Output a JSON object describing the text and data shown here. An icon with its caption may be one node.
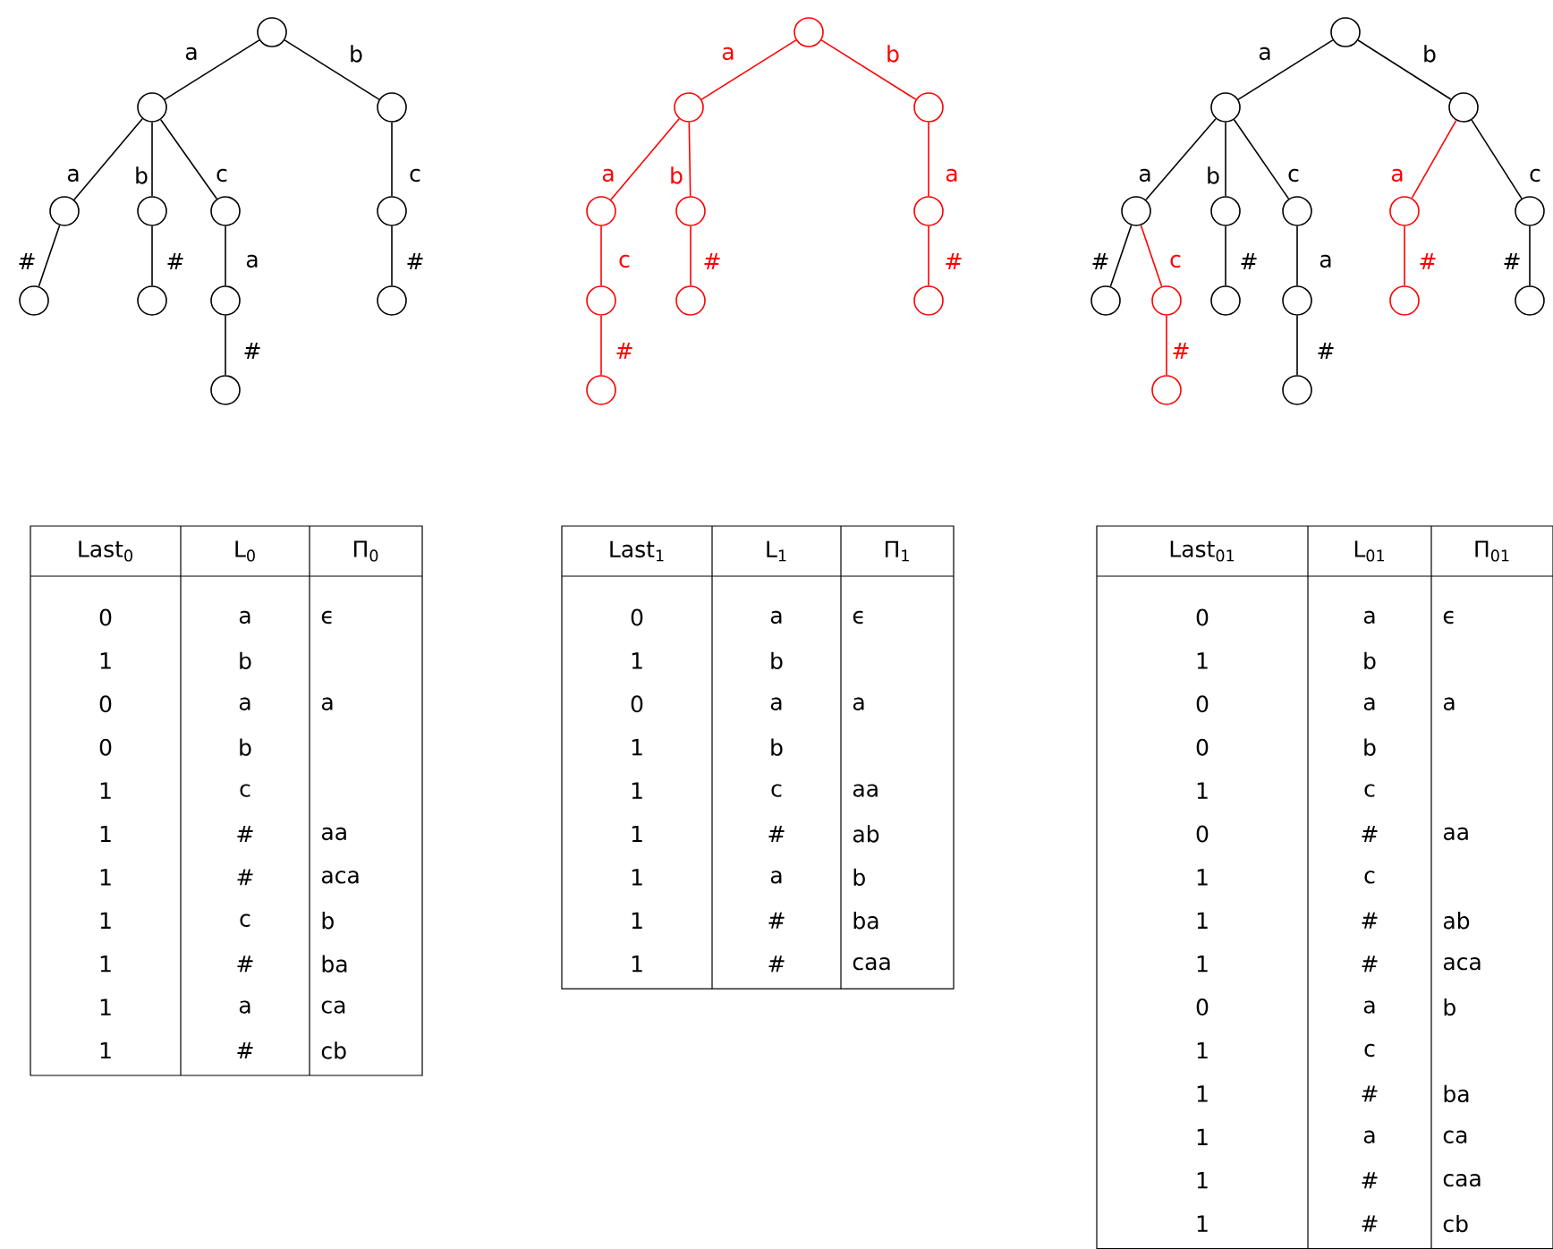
{
  "diagram": {
    "nodes": [
      {
        "text": [],
        "shape": "circle"
      },
      {
        "text": [],
        "shape": "circle"
      },
      {
        "text": [],
        "shape": "circle"
      },
      {
        "text": [],
        "shape": "circle"
      },
      {
        "text": [],
        "shape": "circle"
      },
      {
        "text": [],
        "shape": "circle"
      },
      {
        "text": [],
        "shape": "circle"
      },
      {
        "text": [],
        "shape": "circle"
      },
      {
        "text": [],
        "shape": "circle"
      },
      {
        "text": [],
        "shape": "circle"
      },
      {
        "text": [],
        "shape": "circle"
      },
      {
        "text": [],
        "shape": "circle"
      },
      {
        "text": [],
        "shape": "circle"
      },
      {
        "text": [],
        "shape": "circle"
      },
      {
        "text": [],
        "shape": "circle"
      },
      {
        "text": [],
        "shape": "circle"
      },
      {
        "text": [],
        "shape": "circle"
      },
      {
        "text": [],
        "shape": "circle"
      },
      {
        "text": [],
        "shape": "circle"
      },
      {
        "text": [],
        "shape": "circle"
      },
      {
        "text": [],
        "shape": "circle"
      },
      {
        "text": [],
        "shape": "circle"
      },
      {
        "text": [],
        "shape": "circle"
      },
      {
        "text": [],
        "shape": "circle"
      },
      {
        "text": [],
        "shape": "circle"
      },
      {
        "text": [],
        "shape": "circle"
      },
      {
        "text": [],
        "shape": "circle"
      },
      {
        "text": [],
        "shape": "circle"
      },
      {
        "text": [],
        "shape": "circle"
      },
      {
        "text": [],
        "shape": "circle"
      },
      {
        "text": [],
        "shape": "circle"
      },
      {
        "text": [],
        "shape": "circle"
      },
      {
        "text": [],
        "shape": "circle"
      },
      {
        "text": [],
        "shape": "circle"
      },
      {
        "text": [],
        "shape": "circle"
      },
      {
        "text": [],
        "shape": "circle"
      },
      {
        "text": [],
        "shape": "circle"
      },
      {
        "text": [],
        "shape": "circle"
      }
    ],
    "edges": [
      {
        "from": 0,
        "to": 1,
        "arrow": "none",
        "label": "a"
      },
      {
        "from": 0,
        "to": 2,
        "arrow": "none",
        "label": "b"
      },
      {
        "from": 1,
        "to": 3,
        "arrow": "none",
        "label": "a"
      },
      {
        "from": 1,
        "to": 4,
        "arrow": "none",
        "label": "b"
      },
      {
        "from": 1,
        "to": 5,
        "arrow": "none",
        "label": "c"
      },
      {
        "from": 2,
        "to": 6,
        "arrow": "none",
        "label": "c"
      },
      {
        "from": 3,
        "to": 7,
        "arrow": "none",
        "label": "#"
      },
      {
        "from": 4,
        "to": 8,
        "arrow": "none",
        "label": "#"
      },
      {
        "from": 5,
        "to": 9,
        "arrow": "none",
        "label": "a"
      },
      {
        "from": 6,
        "to": 10,
        "arrow": "none",
        "label": "#"
      },
      {
        "from": 9,
        "to": 11,
        "arrow": "none",
        "label": "#"
      },
      {
        "from": 12,
        "to": 13,
        "arrow": "none",
        "label": "a",
        "color": "#ff0000"
      },
      {
        "from": 12,
        "to": 14,
        "arrow": "none",
        "label": "b",
        "color": "#ff0000"
      },
      {
        "from": 13,
        "to": 15,
        "arrow": "none",
        "label": "a",
        "color": "#ff0000"
      },
      {
        "from": 13,
        "to": 16,
        "arrow": "none",
        "label": "b",
        "color": "#ff0000"
      },
      {
        "from": 14,
        "to": 17,
        "arrow": "none",
        "label": "a",
        "color": "#ff0000"
      },
      {
        "from": 15,
        "to": 18,
        "arrow": "none",
        "label": "c",
        "color": "#ff0000"
      },
      {
        "from": 16,
        "to": 19,
        "arrow": "none",
        "label": "#",
        "color": "#ff0000"
      },
      {
        "from": 17,
        "to": 20,
        "arrow": "none",
        "label": "#",
        "color": "#ff0000"
      },
      {
        "from": 18,
        "to": 21,
        "arrow": "none",
        "label": "#",
        "color": "#ff0000"
      },
      {
        "from": 22,
        "to": 23,
        "arrow": "none",
        "label": "a"
      },
      {
        "from": 22,
        "to": 24,
        "arrow": "none",
        "label": "b"
      },
      {
        "from": 23,
        "to": 25,
        "arrow": "none",
        "label": "a"
      },
      {
        "from": 23,
        "to": 26,
        "arrow": "none",
        "label": "b"
      },
      {
        "from": 23,
        "to": 27,
        "arrow": "none",
        "label": "c"
      },
      {
        "from": 24,
        "to": 28,
        "arrow": "none",
        "label": "a",
        "color": "#ff0000"
      },
      {
        "from": 24,
        "to": 29,
        "arrow": "none",
        "label": "c"
      },
      {
        "from": 25,
        "to": 30,
        "arrow": "none",
        "label": "#"
      },
      {
        "from": 25,
        "to": 31,
        "arrow": "none",
        "label": "c",
        "color": "#ff0000"
      },
      {
        "from": 26,
        "to": 32,
        "arrow": "none",
        "label": "#"
      },
      {
        "from": 27,
        "to": 33,
        "arrow": "none",
        "label": "a"
      },
      {
        "from": 28,
        "to": 34,
        "arrow": "none",
        "label": "#",
        "color": "#ff0000"
      },
      {
        "from": 29,
        "to": 35,
        "arrow": "none",
        "label": "#"
      },
      {
        "from": 31,
        "to": 36,
        "arrow": "none",
        "label": "#",
        "color": "#ff0000"
      },
      {
        "from": 33,
        "to": 37,
        "arrow": "none",
        "label": "#"
      }
    ],
    "labels": [
      "Last$_{0}$",
      "L$_{0}$",
      "Π$_{0}$",
      "0",
      "a",
      "ϵ",
      "1",
      "b",
      "0",
      "a",
      "a",
      "0",
      "b",
      "1",
      "c",
      "1",
      "#",
      "aa",
      "1",
      "#",
      "aca",
      "1",
      "c",
      "b",
      "1",
      "#",
      "ba",
      "1",
      "a",
      "ca",
      "1",
      "#",
      "cb",
      "Last$_{1}$",
      "L$_{1}$",
      "Π$_{1}$",
      "0",
      "a",
      "ϵ",
      "1",
      "b",
      "0",
      "a",
      "a",
      "1",
      "b",
      "1",
      "c",
      "aa",
      "1",
      "#",
      "ab",
      "1",
      "a",
      "b",
      "1",
      "#",
      "ba",
      "1",
      "#",
      "caa",
      "Last$_{01}$",
      "L$_{01}$",
      "Π$_{01}$",
      "0",
      "a",
      "ϵ",
      "1",
      "b",
      "0",
      "a",
      "a",
      "0",
      "b",
      "1",
      "c",
      "0",
      "#",
      "aa",
      "1",
      "c",
      "1",
      "#",
      "ab",
      "1",
      "#",
      "aca",
      "0",
      "a",
      "b",
      "1",
      "c",
      "1",
      "#",
      "ba",
      "1",
      "a",
      "ca",
      "1",
      "#",
      "caa",
      "1",
      "#",
      "cb"
    ]
  }
}
